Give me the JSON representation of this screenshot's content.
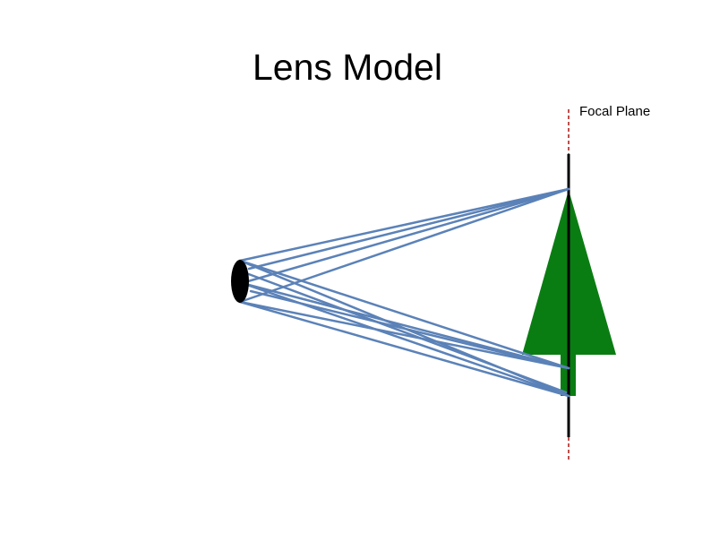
{
  "slide": {
    "title": "Lens Model"
  },
  "diagram": {
    "focal_plane_label": "Focal Plane",
    "colors": {
      "ray": "#5b82b8",
      "tree": "#0a7d12",
      "lens": "#000000",
      "focal_plane": "#000000",
      "focal_plane_extension": "#c0504d"
    },
    "icons": {
      "lens": "lens-ellipse",
      "object": "tree-shape"
    }
  }
}
